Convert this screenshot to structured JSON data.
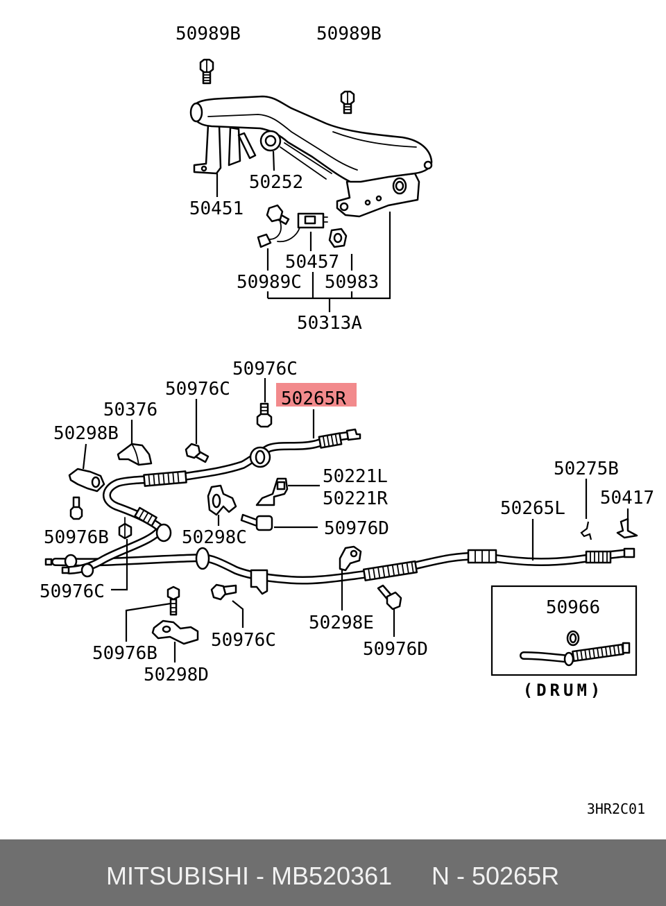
{
  "lever_assembly": {
    "bolt_left": "50989B",
    "bolt_right": "50989B",
    "pivot": "50252",
    "bracket": "50451",
    "switch": "50457",
    "switch_bolt": "50989C",
    "nut": "50983",
    "assembly": "50313A"
  },
  "cable_assembly": {
    "bolt_top": "50976C",
    "bolt_upper": "50976C",
    "cable_right": "50265R",
    "clip_upper": "50376",
    "clamp_left": "50298B",
    "bracket_l": "50221L",
    "bracket_r": "50221R",
    "clip_rear": "50275B",
    "rear_bracket": "50417",
    "cable_left": "50265L",
    "bolt_left": "50976B",
    "clamp_center": "50298C",
    "bolt_center": "50976D",
    "nut_left": "50976C",
    "clamp_e": "50298E",
    "bolt_lower": "50976C",
    "bolt_lower_right": "50976D",
    "bolt_lower_left": "50976B",
    "clamp_d": "50298D"
  },
  "drum_inset": {
    "part": "50966",
    "label": "(DRUM)"
  },
  "diagram_code": "3HR2C01",
  "footer": {
    "left": "MITSUBISHI - MB520361",
    "right": "N - 50265R"
  },
  "colors": {
    "highlight": "#f28a8c",
    "footer_bg": "#6f6f6f",
    "footer_text": "#f2f2f2"
  }
}
